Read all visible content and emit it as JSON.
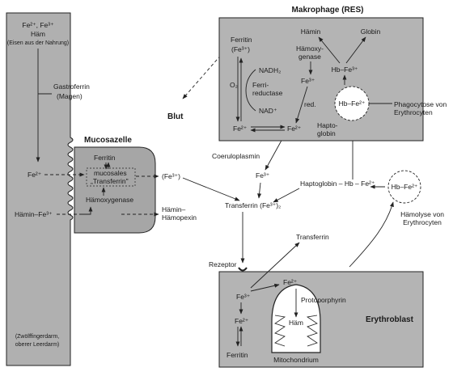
{
  "colors": {
    "panel": "#b4b4b4",
    "intestine": "#b0b0b0",
    "mucosa": "#a6a6a6",
    "ink": "#1a1a1a",
    "white": "#ffffff"
  },
  "intestine": {
    "iron_ions": "Fe²⁺, Fe³⁺",
    "haem": "Häm",
    "dietary_note": "(Eisen aus der Nahrung)",
    "gastroferrin": [
      "Gastroferrin",
      "(Magen)"
    ],
    "fe2": "Fe²⁺",
    "haem_fe3": "Hämin–Fe³⁺",
    "footer": [
      "(Zwölffingerdarm,",
      "oberer Leerdarm)"
    ]
  },
  "mucosa": {
    "title": "Mucosazelle",
    "ferritin": "Ferritin",
    "transferrin": [
      "mucosales",
      "„Transferrin\""
    ],
    "haem_oxygenase": "Hämoxygenase"
  },
  "middle": {
    "fe3_out": "(Fe³⁺)",
    "haemin": "Hämin–",
    "haemopexin": "Hämopexin",
    "blut": "Blut",
    "coeruloplasmin": "Coeruloplasmin",
    "fe3": "Fe³⁺",
    "transferrin_complex": "Transferrin (Fe³⁺)₂",
    "transferrin": "Transferrin",
    "haptoglobin": "Haptoglobin – Hb – Fe²⁺",
    "hb_fe2_free": "Hb–Fe²⁺",
    "haemolysis": [
      "Hämolyse von",
      "Erythrocyten"
    ]
  },
  "macrophage": {
    "title": "Makrophage (RES)",
    "ferritin": [
      "Ferritin",
      "(Fe³⁺)"
    ],
    "nadh": "NADH₂",
    "o2": "O₂",
    "reductase": [
      "Ferri-",
      "reductase"
    ],
    "nad": "NAD⁺",
    "fe2": "Fe²⁺",
    "fe2b": "Fe²⁺",
    "haemin": "Hämin",
    "globin": "Globin",
    "haem_oxygenase": [
      "Hämoxy-",
      "genase"
    ],
    "fe3": "Fe³⁺",
    "red": "red.",
    "hb_fe3": "Hb–Fe³⁺",
    "hb_fe2": "Hb–Fe²⁺",
    "haptoglobin": [
      "Hapto-",
      "globin"
    ],
    "phagocytosis": [
      "Phagocytose von",
      "Erythrocyten"
    ]
  },
  "erythroblast": {
    "title": "Erythroblast",
    "rezeptor": "Rezeptor",
    "fe3": "Fe³⁺",
    "fe2_top": "Fe²⁺",
    "fe2": "Fe²⁺",
    "ferritin": "Ferritin",
    "protoporphyrin": "Protoporphyrin",
    "haem": "Häm",
    "mitochondrium": "Mitochondrium"
  }
}
